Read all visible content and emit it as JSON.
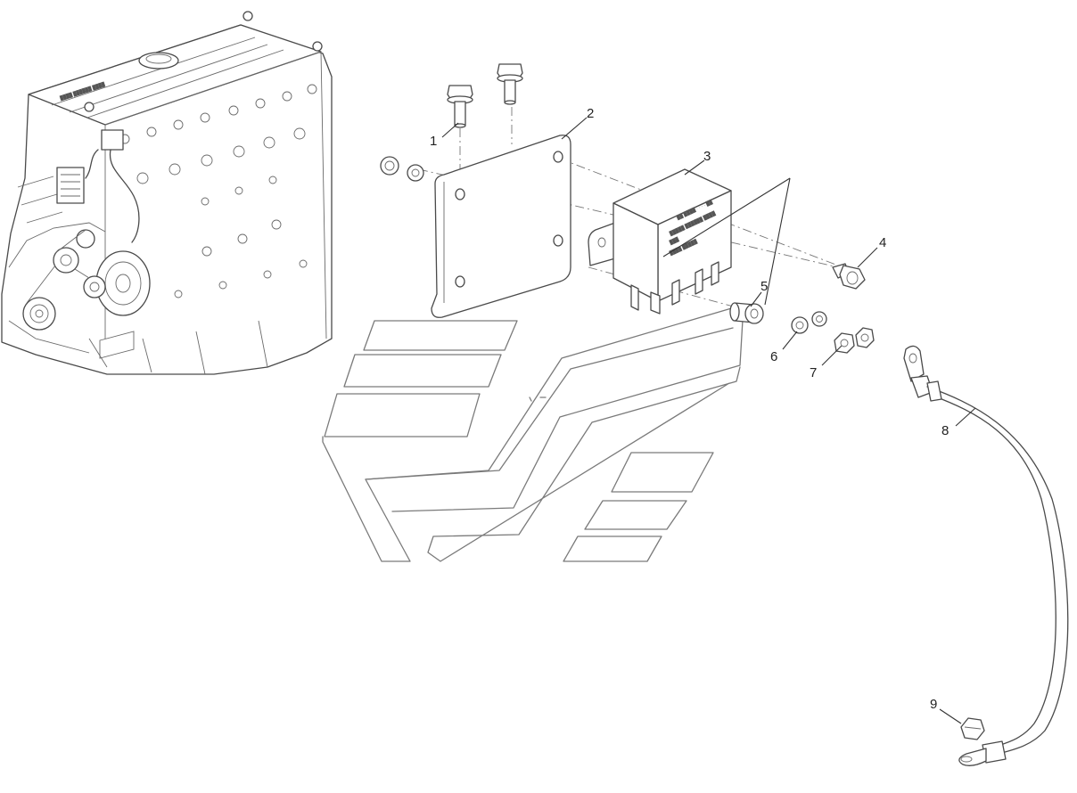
{
  "callouts": [
    {
      "id": "1",
      "text": "1"
    },
    {
      "id": "2",
      "text": "2"
    },
    {
      "id": "3",
      "text": "3"
    },
    {
      "id": "4",
      "text": "4"
    },
    {
      "id": "5",
      "text": "5"
    },
    {
      "id": "6",
      "text": "6"
    },
    {
      "id": "7",
      "text": "7"
    },
    {
      "id": "8",
      "text": "8"
    },
    {
      "id": "9",
      "text": "9"
    }
  ],
  "colors": {
    "line": "#4a4a4a",
    "background": "#ffffff"
  },
  "icons": {
    "engine": "engine-block-icon",
    "logo": "manufacturer-logo-icon"
  }
}
